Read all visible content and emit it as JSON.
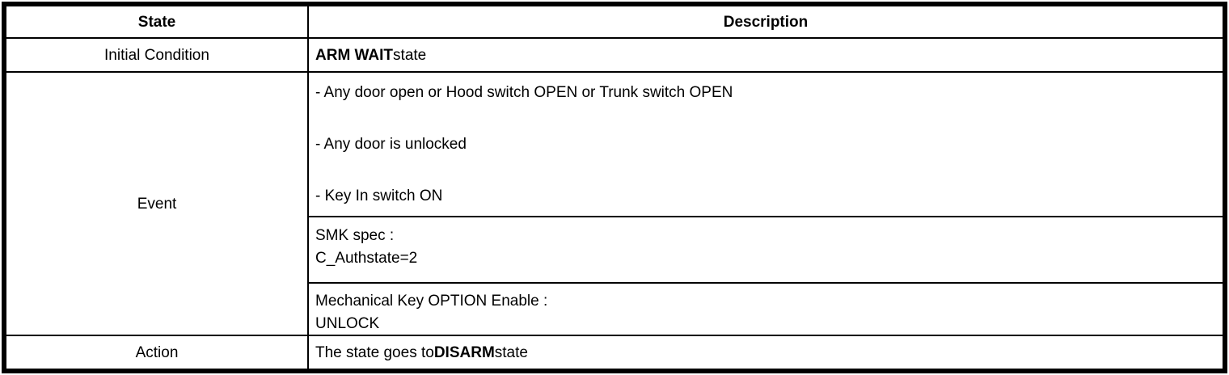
{
  "table": {
    "header": {
      "state_label": "State",
      "description_label": "Description"
    },
    "initial_condition": {
      "label": "Initial Condition",
      "value_bold": "ARM WAIT",
      "value_rest": "state"
    },
    "event": {
      "label": "Event",
      "bullets": [
        "- Any door open or Hood switch OPEN or Trunk switch OPEN",
        "- Any door is unlocked",
        "- Key In switch ON"
      ],
      "smk": {
        "line1": "SMK spec :",
        "line2": "C_Authstate=2"
      },
      "mechanical": {
        "line1": "Mechanical Key OPTION Enable :",
        "line2": "UNLOCK"
      }
    },
    "action": {
      "label": "Action",
      "prefix": "The state goes to",
      "bold": "DISARM",
      "suffix": "state"
    }
  }
}
